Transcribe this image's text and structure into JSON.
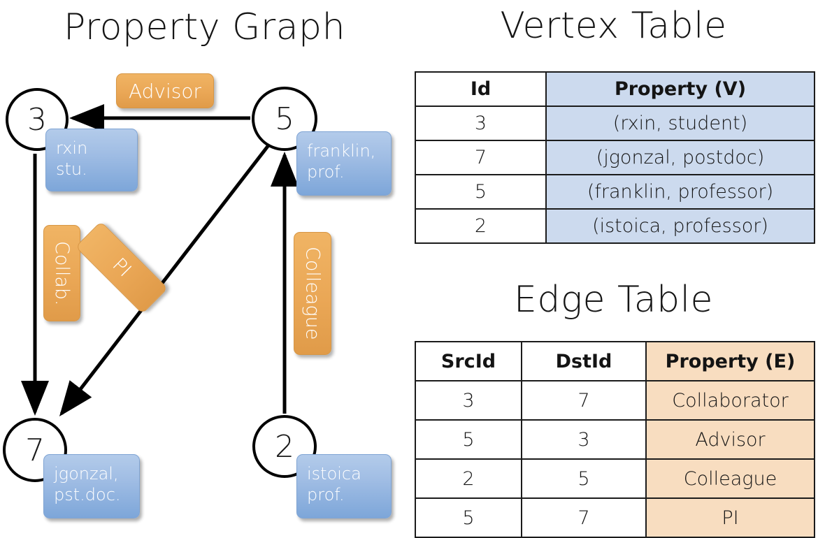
{
  "titles": {
    "property_graph": "Property Graph",
    "vertex_table": "Vertex Table",
    "edge_table": "Edge Table"
  },
  "graph": {
    "nodes": [
      {
        "id": "3",
        "property": "rxin\nstu."
      },
      {
        "id": "5",
        "property": "franklin,\nprof."
      },
      {
        "id": "7",
        "property": "jgonzal,\npst.doc."
      },
      {
        "id": "2",
        "property": "istoica\nprof."
      }
    ],
    "node_labels": {
      "n3": "3",
      "n5": "5",
      "n7": "7",
      "n2": "2"
    },
    "property_boxes": {
      "rxin_line1": "rxin",
      "rxin_line2": "stu.",
      "franklin_line1": "franklin,",
      "franklin_line2": "prof.",
      "jgonzal_line1": "jgonzal,",
      "jgonzal_line2": "pst.doc.",
      "istoica_line1": "istoica",
      "istoica_line2": "prof."
    },
    "edge_labels": {
      "advisor": "Advisor",
      "collab": "Collab.",
      "pi": "PI",
      "colleague": "Colleague"
    },
    "edges": [
      {
        "from": "5",
        "to": "3",
        "label": "Advisor"
      },
      {
        "from": "3",
        "to": "7",
        "label": "Collab."
      },
      {
        "from": "5",
        "to": "7",
        "label": "PI"
      },
      {
        "from": "2",
        "to": "5",
        "label": "Colleague"
      }
    ]
  },
  "vertex_table": {
    "headers": [
      "Id",
      "Property (V)"
    ],
    "rows": [
      {
        "id": "3",
        "property": "(rxin, student)"
      },
      {
        "id": "7",
        "property": "(jgonzal, postdoc)"
      },
      {
        "id": "5",
        "property": "(franklin, professor)"
      },
      {
        "id": "2",
        "property": "(istoica, professor)"
      }
    ]
  },
  "edge_table": {
    "headers": [
      "SrcId",
      "DstId",
      "Property (E)"
    ],
    "rows": [
      {
        "src": "3",
        "dst": "7",
        "property": "Collaborator"
      },
      {
        "src": "5",
        "dst": "3",
        "property": "Advisor"
      },
      {
        "src": "2",
        "dst": "5",
        "property": "Colleague"
      },
      {
        "src": "5",
        "dst": "7",
        "property": "PI"
      }
    ]
  },
  "colors": {
    "node_stroke": "#000000",
    "vertex_property_bg": "#ccdaee",
    "edge_property_bg": "#f8ddc0",
    "pill_orange": "#eaa756",
    "property_box_blue": "#a0bde4",
    "background": "#ffffff"
  }
}
